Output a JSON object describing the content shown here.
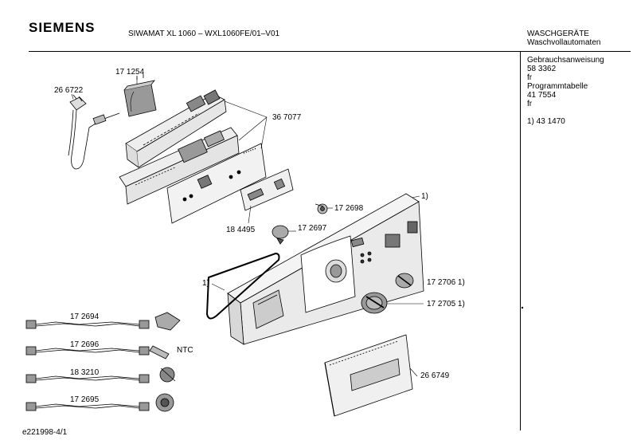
{
  "header": {
    "brand": "SIEMENS",
    "model": "SIWAMAT XL 1060 – WXL1060FE/01–V01",
    "category_line1": "WASCHGERÄTE",
    "category_line2": "Waschvollautomaten"
  },
  "side_panel": {
    "lines": [
      "Gebrauchsanweisung",
      "58 3362",
      "fr",
      "Programmtabelle",
      "41 7554",
      "fr",
      "",
      "1)  43 1470"
    ]
  },
  "parts": {
    "p266722": "26 6722",
    "p171254": "17 1254",
    "p367077": "36 7077",
    "p184495": "18 4495",
    "p172698": "17 2698",
    "p172697": "17 2697",
    "p1_top": "1)",
    "p1_left": "1)",
    "p172706": "17 2706  1)",
    "p172705": "17 2705  1)",
    "p266749": "26 6749",
    "p172694": "17 2694",
    "p172696": "17 2696",
    "ntc": "NTC",
    "p183210": "18 3210",
    "p172695": "17 2695"
  },
  "footer": {
    "doc_id": "e221998-4/1"
  }
}
